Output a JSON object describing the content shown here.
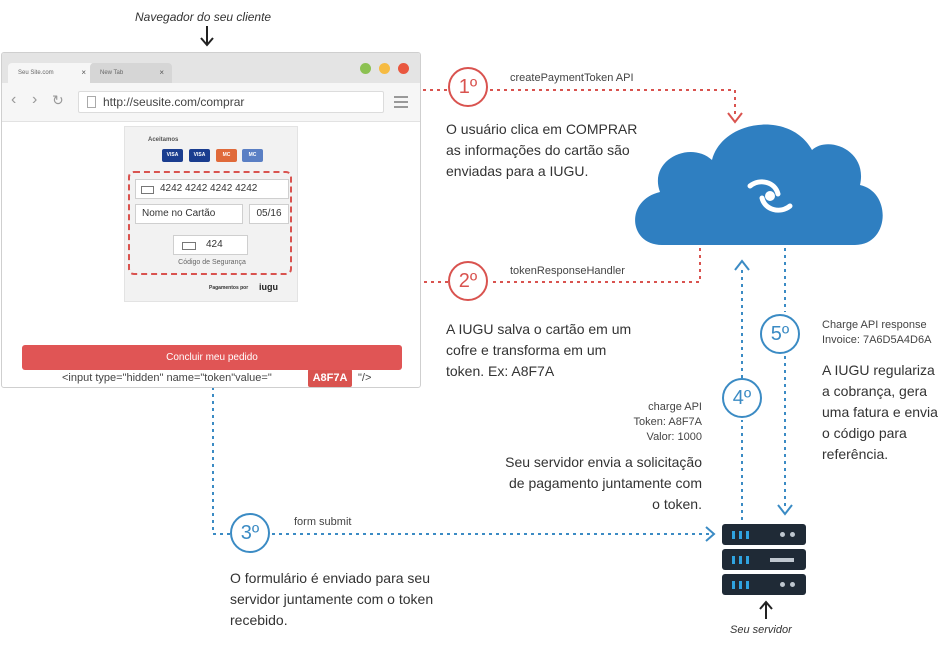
{
  "browser": {
    "caption": "Navegador do seu cliente",
    "tabs": [
      "Seu Site.com",
      "New Tab"
    ],
    "url": "http://seusite.com/comprar",
    "form": {
      "accepted_label": "Aceitamos",
      "cards": [
        "VISA",
        "VISA",
        "MC",
        "MC"
      ],
      "card_number": "4242 4242 4242 4242",
      "card_name": "Nome no Cartão",
      "expiry": "05/16",
      "cvv": "424",
      "cvv_label": "Código de Segurança",
      "powered_by": "Pagamentos por",
      "brand": "iugu"
    },
    "hidden_input_prefix": "<input type=\"hidden\" name=\"token\"value=\"",
    "hidden_input_suffix": "\"/>",
    "token": "A8F7A",
    "submit_label": "Concluir meu pedido"
  },
  "steps": [
    {
      "number": "1º",
      "label": "createPaymentToken API",
      "desc": [
        "O usuário clica em COMPRAR",
        "as informações do cartão são",
        "enviadas para a IUGU."
      ]
    },
    {
      "number": "2º",
      "label": "tokenResponseHandler",
      "desc": [
        "A IUGU salva o cartão em um",
        "cofre e transforma em um",
        "token. Ex: A8F7A"
      ]
    },
    {
      "number": "3º",
      "label": "form submit",
      "desc": [
        "O formulário é enviado para seu",
        "servidor juntamente com o token",
        "recebido."
      ]
    },
    {
      "number": "4º",
      "label": [
        "charge API",
        "Token: A8F7A",
        "Valor: 1000"
      ],
      "desc": [
        "Seu servidor envia a solicitação",
        "de pagamento juntamente com",
        "o token."
      ]
    },
    {
      "number": "5º",
      "label": [
        "Charge API response",
        "Invoice: 7A6D5A4D6A"
      ],
      "desc": [
        "A IUGU regulariza",
        "a cobrança, gera",
        "uma fatura e envia",
        "o código para",
        "referência."
      ]
    }
  ],
  "server_caption": "Seu servidor",
  "colors": {
    "red": "#d9534f",
    "blue": "#3b8bc4",
    "cloud": "#2f7fc1",
    "server": "#1f2a36"
  }
}
